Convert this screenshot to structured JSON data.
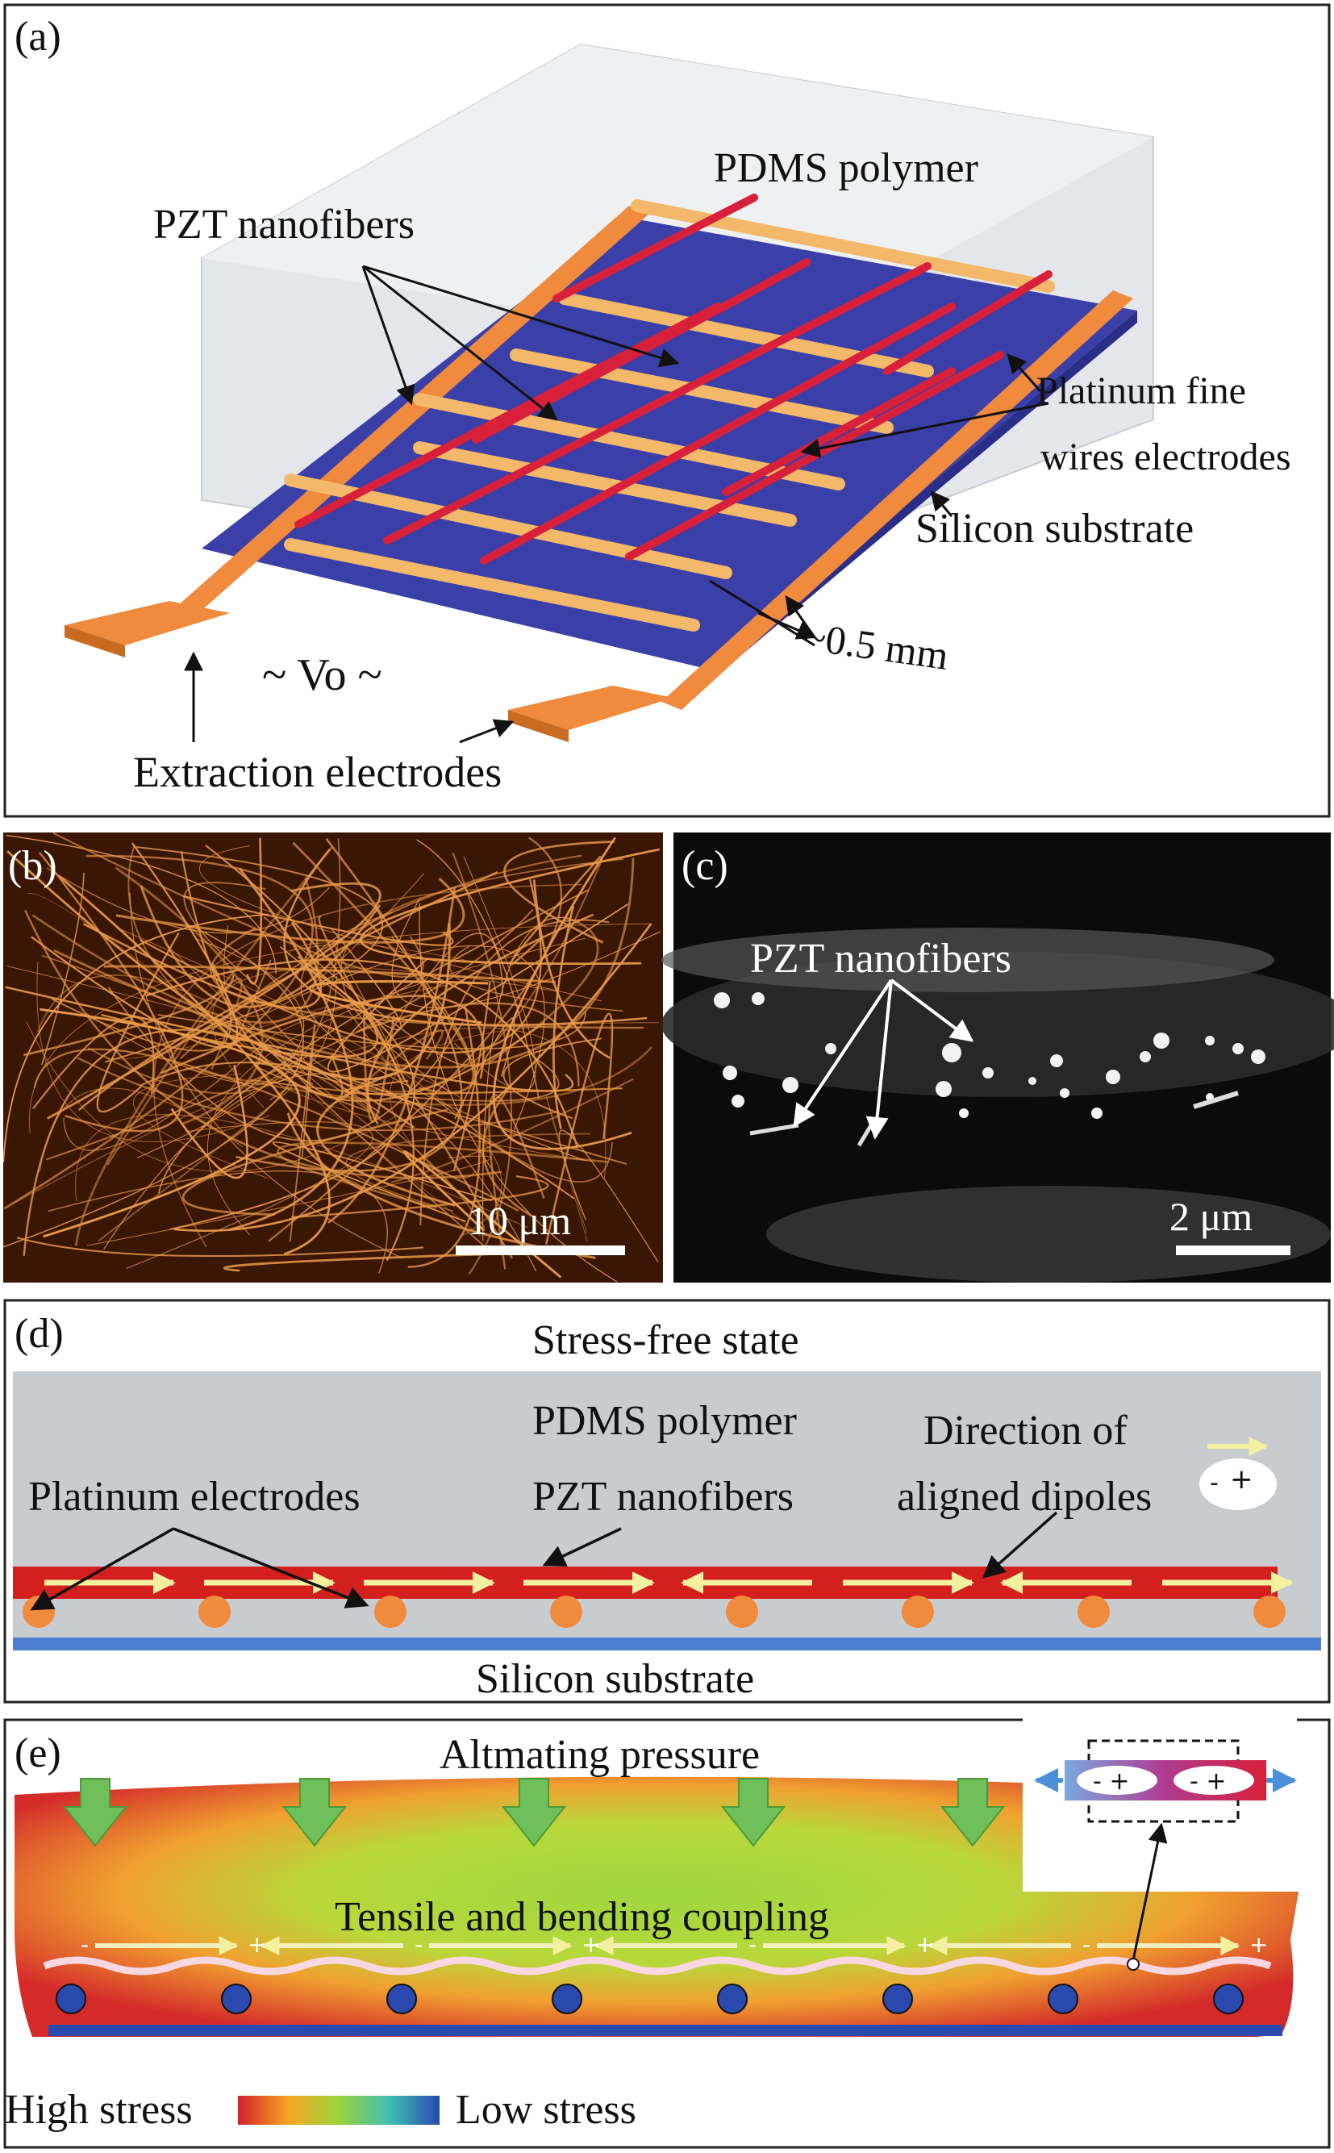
{
  "panels": {
    "a": {
      "letter": "(a)",
      "labels": {
        "pdms": "PDMS polymer",
        "pzt": "PZT nanofibers",
        "pt_line1": "Platinum fine",
        "pt_line2": "wires electrodes",
        "si": "Silicon substrate",
        "dim": "~0.5 mm",
        "vo": "~ Vo ~",
        "extraction": "Extraction electrodes"
      }
    },
    "b": {
      "letter": "(b)",
      "scale": "10 μm"
    },
    "c": {
      "letter": "(c)",
      "label": "PZT nanofibers",
      "scale": "2 μm"
    },
    "d": {
      "letter": "(d)",
      "title": "Stress-free state",
      "pdms": "PDMS polymer",
      "pzt": "PZT nanofibers",
      "pt": "Platinum electrodes",
      "dir1": "Direction of",
      "dir2": "aligned dipoles",
      "si": "Silicon substrate"
    },
    "e": {
      "letter": "(e)",
      "title": "Altmating pressure",
      "coupling": "Tensile and bending coupling",
      "high": "High stress",
      "low": "Low stress",
      "signs": [
        "-",
        "+",
        "-",
        "+",
        "-",
        "+",
        "-",
        "+"
      ]
    }
  },
  "colors": {
    "orange": "#f08a3c",
    "blue": "#2e3fa8",
    "red": "#d9203a",
    "pdms_gray": "#c9cccf",
    "si_blue": "#4a7fd0",
    "arrow_green": "#6fbf5a"
  }
}
